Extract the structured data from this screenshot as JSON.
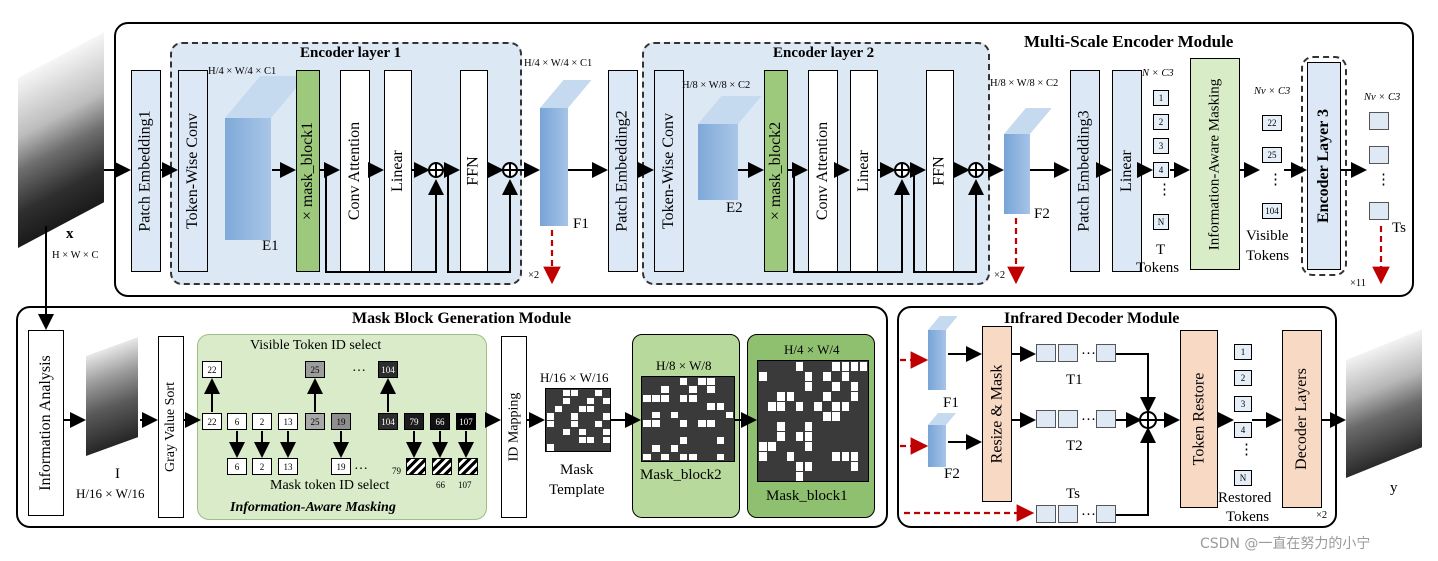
{
  "titles": {
    "encoder_module": "Multi-Scale Encoder Module",
    "encoder_layer1": "Encoder layer 1",
    "encoder_layer2": "Encoder layer 2",
    "mask_module": "Mask Block Generation Module",
    "decoder_module": "Infrared Decoder Module",
    "info_masking": "Information-Aware Masking"
  },
  "encoder": {
    "input_label": "x",
    "input_dims": "H × W × C",
    "patch_embedding1": "Patch Embedding1",
    "patch_embedding2": "Patch Embedding2",
    "patch_embedding3": "Patch Embedding3",
    "token_wise_conv": "Token-Wise Conv",
    "mask_block1": "× mask_block1",
    "mask_block2": "× mask_block2",
    "conv_attention": "Conv Attention",
    "linear": "Linear",
    "ffn": "FFN",
    "e1": "E1",
    "e2": "E2",
    "f1": "F1",
    "f2": "F2",
    "dim_e1": "H/4 × W/4 × C1",
    "dim_f1": "H/4 × W/4 × C1",
    "dim_e2": "H/8 × W/8 × C2",
    "dim_f2": "H/8 × W/8 × C2",
    "times2": "×2",
    "times11": "×11",
    "n_c3": "N × C3",
    "nv_c3": "Nv × C3",
    "nv_c3_b": "Nv × C3",
    "t_tokens_1": "T",
    "t_tokens_2": "Tokens",
    "tokens_n": [
      "1",
      "2",
      "3",
      "4",
      "N"
    ],
    "info_aware_masking": "Information-Aware Masking",
    "visible_ids": [
      "22",
      "25",
      "104"
    ],
    "visible_tokens_1": "Visible",
    "visible_tokens_2": "Tokens",
    "encoder_layer3": "Encoder Layer 3",
    "ts": "Ts",
    "dots": "⋮"
  },
  "mask": {
    "information_analysis": "Information Analysis",
    "i_label": "I",
    "i_dims": "H/16 × W/16",
    "gray_value_sort": "Gray Value Sort",
    "visible_token_select": "Visible  Token ID select",
    "mask_token_select": "Mask token ID select",
    "top_ids": [
      "22",
      "25",
      "104"
    ],
    "mid_ids": [
      "22",
      "6",
      "2",
      "13",
      "25",
      "19",
      "104",
      "79",
      "66",
      "107"
    ],
    "bottom_ids": [
      "6",
      "2",
      "13",
      "19"
    ],
    "hatch_ids": [
      "79",
      "66",
      "107"
    ],
    "ellipsis": "…",
    "id_mapping": "ID Mapping",
    "template_dims": "H/16 × W/16",
    "mask_template_1": "Mask",
    "mask_template_2": "Template",
    "block2_dims": "H/8 × W/8",
    "block2_label": "Mask_block2",
    "block1_dims": "H/4 × W/4",
    "block1_label": "Mask_block1"
  },
  "decoder": {
    "f1": "F1",
    "f2": "F2",
    "resize_mask": "Resize & Mask",
    "t1": "T1",
    "t2": "T2",
    "ts": "Ts",
    "token_restore": "Token Restore",
    "restored_ids": [
      "1",
      "2",
      "3",
      "4",
      "N"
    ],
    "restored_1": "Restored",
    "restored_2": "Tokens",
    "decoder_layers": "Decoder Layers",
    "times2": "×2",
    "output_label": "y"
  },
  "watermark": "CSDN @一直在努力的小宁"
}
